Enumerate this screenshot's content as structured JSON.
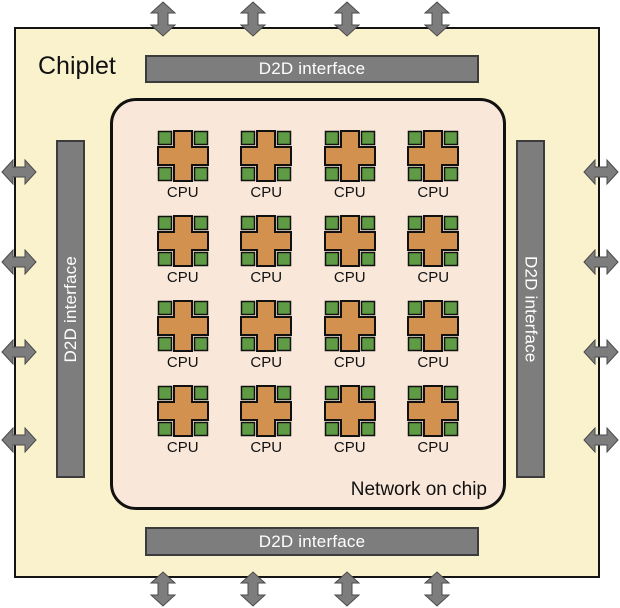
{
  "page": {
    "title": "Chiplet"
  },
  "interfaces": {
    "top": {
      "label": "D2D interface"
    },
    "bottom": {
      "label": "D2D interface"
    },
    "left": {
      "label": "D2D interface"
    },
    "right": {
      "label": "D2D interface"
    }
  },
  "noc": {
    "label": "Network on chip",
    "cpu_label": "CPU",
    "grid": {
      "rows": 4,
      "cols": 4,
      "cpu_count": 16
    }
  },
  "colors": {
    "chiplet_background": "#faf2cd",
    "noc_background": "#f9e7d9",
    "interface_gray": "#7d7d7d",
    "arrow_gray": "#7d7d7d",
    "cpu_orange": "#d2914e",
    "port_green": "#5f9a44",
    "outline_black": "#111111"
  }
}
